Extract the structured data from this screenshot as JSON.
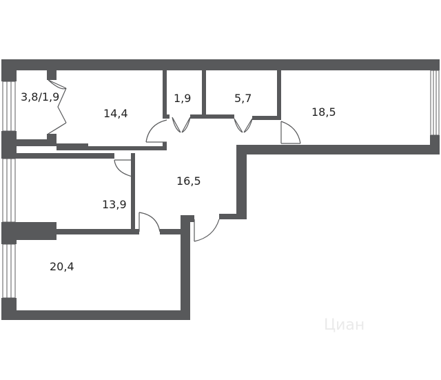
{
  "colors": {
    "wall": "#58595b",
    "door": "#58595b",
    "window_glass": "#e8e8e8",
    "background": "#ffffff"
  },
  "rooms": {
    "loggia_small": "3,8/1,9",
    "room_top_left": "14,4",
    "bathroom": "1,9",
    "storage": "5,7",
    "room_top_right": "18,5",
    "hall": "16,5",
    "room_middle_left": "13,9",
    "room_bottom_left": "20,4"
  },
  "watermark": "Циан"
}
